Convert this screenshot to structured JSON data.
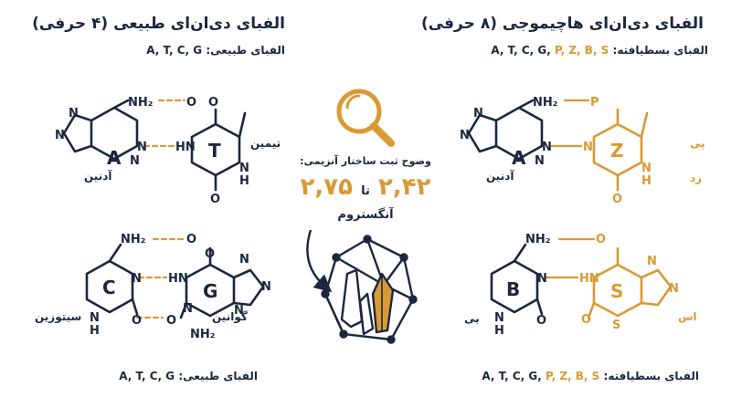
{
  "left_panel": {
    "title": "الفبای دی‌ان‌ای طبیعی (۴ حرفی)",
    "subtitle_label": "الفبای طبیعی:",
    "subtitle_letters": "A, T, C, G",
    "bottom_label": "الفبای طبیعی:",
    "bottom_letters": "A, T, C, G",
    "pair1": {
      "left_letter": "A",
      "right_letter": "T",
      "left_name": "آدنین",
      "right_name": "تیمین"
    },
    "pair2": {
      "left_letter": "C",
      "right_letter": "G",
      "left_name": "سیتوزین",
      "right_name": "گوانین"
    }
  },
  "right_panel": {
    "title": "الفبای دی‌ان‌ای هاچیموجی (۸ حرفی)",
    "subtitle_label": "الفبای بسطیافته:",
    "subtitle_letters_natural": "A, T, C, G,",
    "subtitle_letters_new": "P, Z, B, S",
    "bottom_label": "الفبای بسطیافته:",
    "bottom_letters_natural": "A, T, C, G,",
    "bottom_letters_new": "P, Z, B, S",
    "pair1": {
      "left_letter": "A",
      "right_letter": "Z",
      "left_name": "آدنین",
      "right_name_line1": "پی",
      "right_name_line2": "زد",
      "p_atom": "P"
    },
    "pair2": {
      "left_letter": "B",
      "right_letter": "S",
      "left_name": "بی",
      "right_name": "اس"
    }
  },
  "center": {
    "caption": "وضوح ثبت ساختار آنزیمی:",
    "value_low": "۲,۴۲",
    "connector": "تا",
    "value_high": "۲,۷۵",
    "unit": "آنگستروم",
    "icon": "magnifier-icon",
    "crystal_icon": "crystal-icon"
  },
  "atoms": {
    "n": "N",
    "nh": "NH",
    "hn": "HN",
    "h": "H",
    "o": "O",
    "s": "S",
    "nh2": "NH₂"
  },
  "colors": {
    "navy": "#1b2740",
    "orange": "#d99a35"
  }
}
